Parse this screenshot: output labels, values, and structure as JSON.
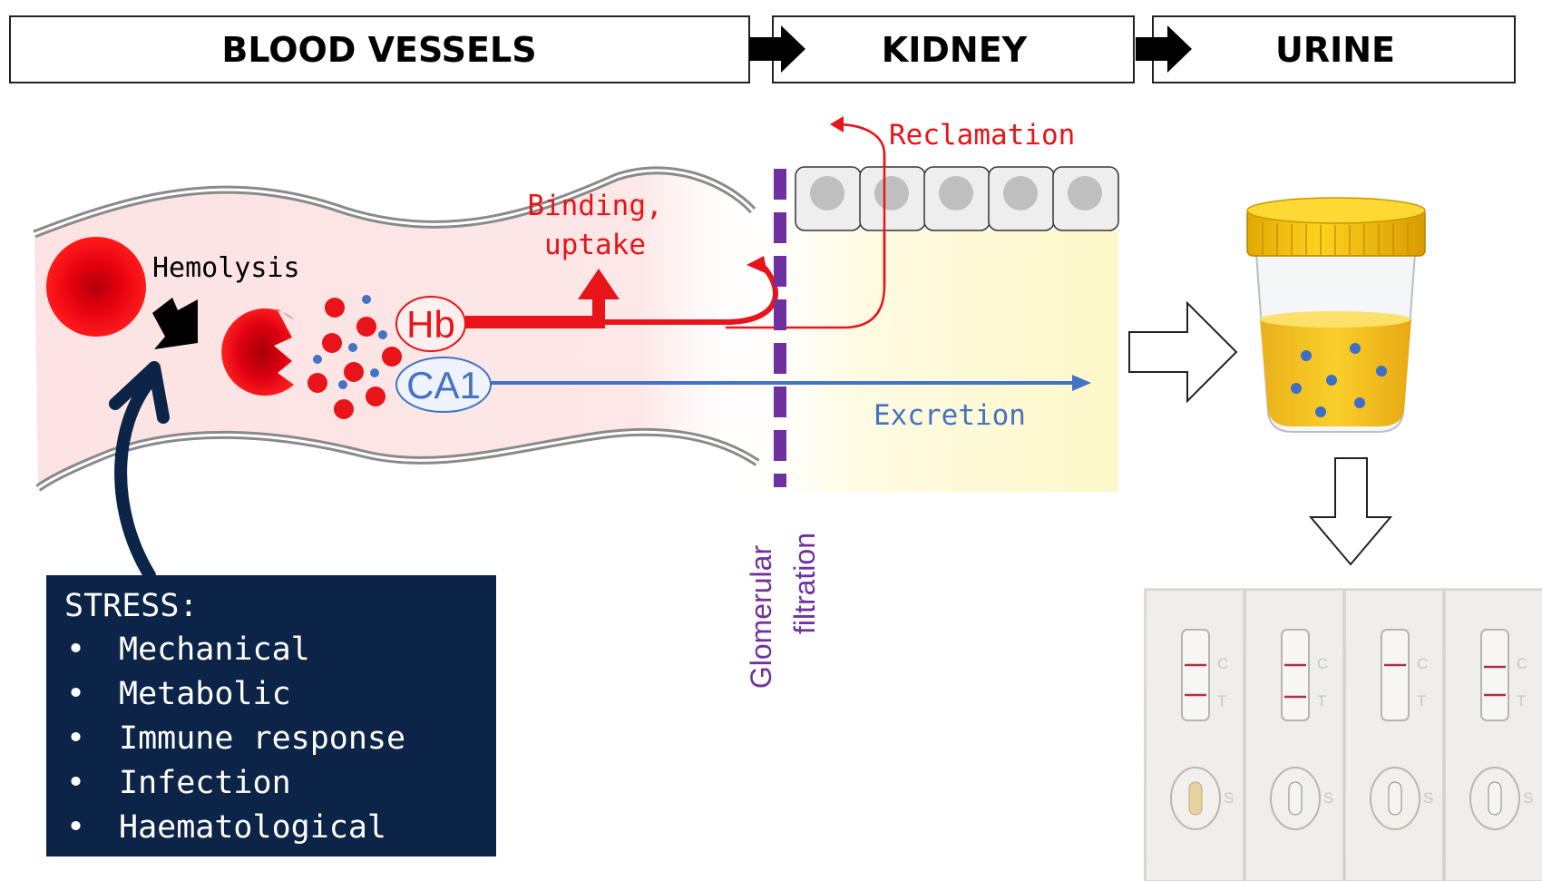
{
  "headers": {
    "blood_vessels": "BLOOD VESSELS",
    "kidney": "KIDNEY",
    "urine": "URINE"
  },
  "labels": {
    "hemolysis": "Hemolysis",
    "binding_line1": "Binding,",
    "binding_line2": "uptake",
    "hb": "Hb",
    "ca1": "CA1",
    "reclamation": "Reclamation",
    "excretion": "Excretion",
    "glomerular_line1": "Glomerular",
    "glomerular_line2": "filtration"
  },
  "stress": {
    "title": "STRESS:",
    "items": [
      "Mechanical",
      "Metabolic",
      "Immune response",
      "Infection",
      "Haematological"
    ]
  },
  "test_strips": {
    "control_label": "C",
    "test_label": "T",
    "sample_label": "S"
  },
  "colors": {
    "hb_red": "#e8141a",
    "ca1_blue": "#4472c4",
    "filtration_purple": "#7030a0",
    "stress_navy": "#0b2447",
    "urine_yellow": "#f2c01c"
  }
}
